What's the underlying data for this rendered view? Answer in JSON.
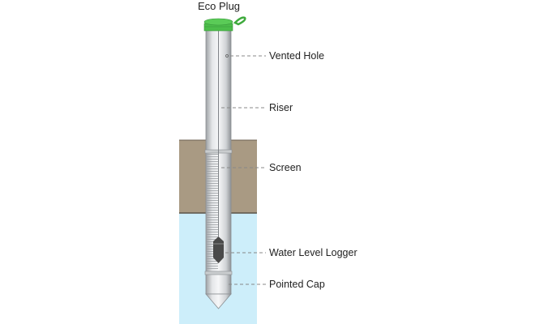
{
  "title": "Eco Plug",
  "labels": {
    "vented_hole": "Vented Hole",
    "riser": "Riser",
    "screen": "Screen",
    "logger": "Water Level Logger",
    "cap": "Pointed Cap"
  },
  "colors": {
    "plug": "#4cbd4a",
    "soil": "#a99a83",
    "water": "#cdeefa",
    "pipe": "#d6d8da",
    "logger": "#4a4a4a"
  }
}
